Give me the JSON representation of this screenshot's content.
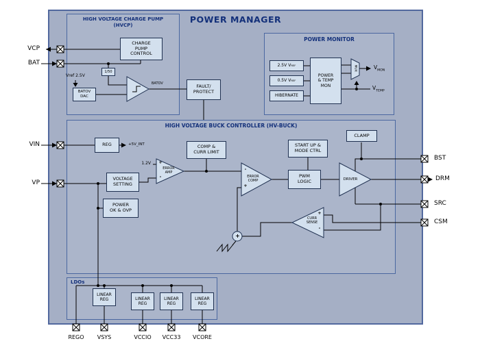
{
  "title": "POWER MANAGER",
  "colors": {
    "outer_fill": "#a5afc5",
    "section_fill": "#abb5ca",
    "section_border": "#4a67a0",
    "block_fill": "#d3e0ee",
    "title_blue": "#1d3a8c",
    "wire": "#000000"
  },
  "hvcp": {
    "title": "HIGH VOLTAGE CHARGE PUMP",
    "subtitle": "(HVCP)",
    "blocks": {
      "charge_pump_control": "CHARGE\nPUMP\nCONTROL",
      "divider": "1/50",
      "batov_dac": "BATOV\nDAC"
    },
    "labels": {
      "vref": "Vref 2.5V",
      "batov": "BATOV"
    }
  },
  "fault_protect": "FAULT/\nPROTECT",
  "power_monitor": {
    "title": "POWER MONITOR",
    "vref_25": {
      "value": "2.5V",
      "base": "V",
      "sub": "REF"
    },
    "vref_05": {
      "value": "0.5V",
      "base": "V",
      "sub": "REF"
    },
    "hibernate": "HIBERNATE",
    "power_temp_mon": "POWER\n& TEMP\nMON",
    "mux": "MUX",
    "vmon": {
      "base": "V",
      "sub": "MON"
    },
    "vtemp": {
      "base": "V",
      "sub": "TEMP"
    }
  },
  "hvbuck": {
    "title": "HIGH VOLTAGE BUCK CONTROLLER (HV-BUCK)",
    "blocks": {
      "reg": "REG",
      "comp_curr_limit": "COMP &\nCURR LIMIT",
      "startup_mode_ctrl": "START UP &\nMODE CTRL",
      "clamp": "CLAMP",
      "voltage_setting": "VOLTAGE\nSETTING",
      "power_ok_ovp": "POWER\nOK & OVP",
      "pwm_logic": "PWM\nLOGIC",
      "error_amp": "ERROR\nAMP",
      "error_comp": "ERROR\nCOMP",
      "driver": "DRIVER",
      "curr_sense": "CURR\nSENSE"
    },
    "labels": {
      "v5int": "+5V_INT",
      "vref12": "1.2V"
    }
  },
  "ldos": {
    "title": "LDOs",
    "reg_label": "LINEAR\nREG"
  },
  "sym": {
    "plus": "+",
    "minus": "-"
  },
  "pins": {
    "left": [
      {
        "label": "VCP"
      },
      {
        "label": "BAT"
      },
      {
        "label": "VIN"
      },
      {
        "label": "VP"
      }
    ],
    "right": [
      {
        "label": "BST"
      },
      {
        "label": "DRM"
      },
      {
        "label": "SRC"
      },
      {
        "label": "CSM"
      }
    ],
    "bottom": [
      {
        "label": "REGO"
      },
      {
        "label": "VSYS"
      },
      {
        "label": "VCCIO"
      },
      {
        "label": "VCC33"
      },
      {
        "label": "VCORE"
      }
    ]
  }
}
